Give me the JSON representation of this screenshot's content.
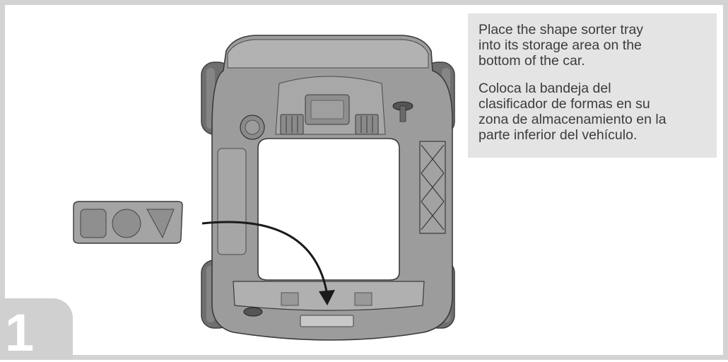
{
  "step": {
    "number": "1"
  },
  "instructions": {
    "english": "Place the shape sorter tray\ninto its storage area on the\nbottom of the car.",
    "spanish": "Coloca la bandeja del\nclasificador de formas en su\nzona de almacenamiento en la\nparte inferior del vehículo."
  },
  "colors": {
    "frame": "#d3d3d3",
    "text_panel_bg": "#e4e4e4",
    "text": "#3c3c3c",
    "step_tab": "#d0d0d0",
    "car_body": "#9a9a9a",
    "wheel": "#6f6f6f",
    "arrow": "#1a1a1a"
  },
  "illustration": {
    "car": "toy-car-underside",
    "tray": "shape-sorter-tray",
    "arrow": "curved-arrow-down"
  }
}
